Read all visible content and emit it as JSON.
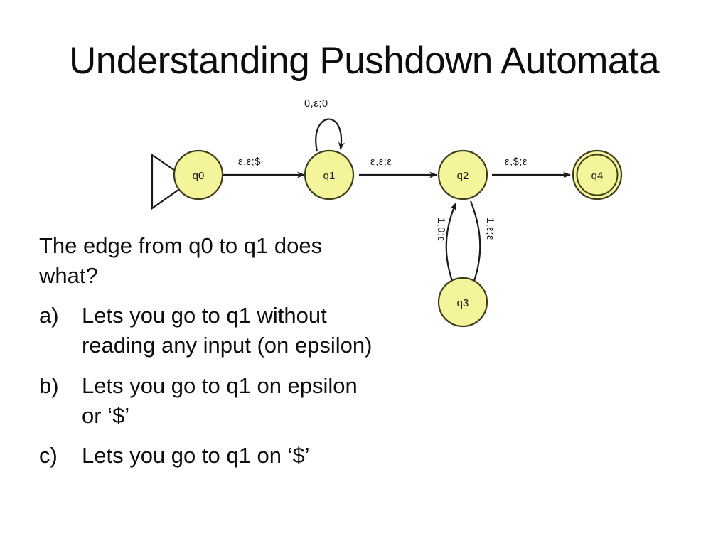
{
  "slide": {
    "title": "Understanding Pushdown Automata"
  },
  "diagram": {
    "name": "pushdown-automaton-state-diagram",
    "node_fill": "#f4f49a",
    "node_stroke": "#3d3d1e",
    "edge_stroke": "#1a1a1a",
    "start_marker": "open-triangle",
    "states": [
      {
        "id": "q0",
        "label": "q0",
        "accepting": false,
        "start": true
      },
      {
        "id": "q1",
        "label": "q1",
        "accepting": false,
        "start": false
      },
      {
        "id": "q2",
        "label": "q2",
        "accepting": false,
        "start": false
      },
      {
        "id": "q3",
        "label": "q3",
        "accepting": false,
        "start": false
      },
      {
        "id": "q4",
        "label": "q4",
        "accepting": true,
        "start": false
      }
    ],
    "transitions": [
      {
        "from": "q0",
        "to": "q1",
        "label": "ε,ε;$"
      },
      {
        "from": "q1",
        "to": "q1",
        "label": "0,ε;0"
      },
      {
        "from": "q1",
        "to": "q2",
        "label": "ε,ε;ε"
      },
      {
        "from": "q2",
        "to": "q4",
        "label": "ε,$;ε"
      },
      {
        "from": "q2",
        "to": "q3",
        "label": "1,ε;ε"
      },
      {
        "from": "q3",
        "to": "q2",
        "label": "1,0;ε"
      }
    ]
  },
  "question": {
    "prompt": "The edge from q0 to q1 does what?",
    "answers": [
      {
        "marker": "a)",
        "text": "Lets you go to q1 without reading any input (on epsilon)"
      },
      {
        "marker": "b)",
        "text": "Lets you go to q1 on epsilon or ‘$’"
      },
      {
        "marker": "c)",
        "text": "Lets you go to q1 on ‘$’"
      }
    ]
  }
}
